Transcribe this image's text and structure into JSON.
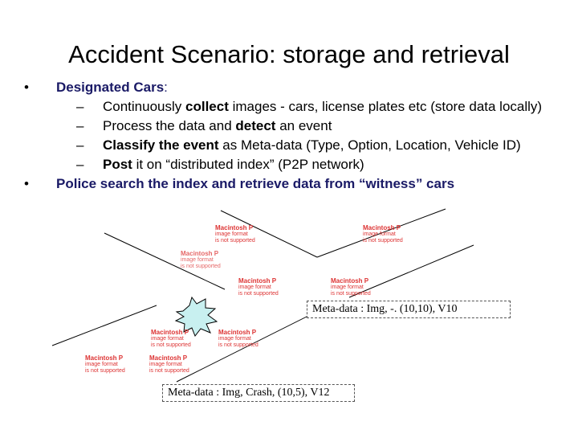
{
  "slide": {
    "title": "Accident Scenario: storage and retrieval",
    "bullet_symbol": "•",
    "dash_symbol": "–",
    "bullets": [
      {
        "label_bold": "Designated  Cars",
        "label_rest": ":",
        "sub": [
          {
            "a": "Continuously ",
            "b": "collect",
            "c": " images - cars, license plates etc (store data locally)"
          },
          {
            "a": "Process the data and ",
            "b": "detect",
            "c": " an event"
          },
          {
            "a": "",
            "b": "Classify the event",
            "c": " as Meta-data (Type, Option, Location, Vehicle ID)"
          },
          {
            "a": "",
            "b": "Post",
            "c": " it on “distributed index” (P2P network)"
          }
        ]
      },
      {
        "label_bold": "Police search the index and retrieve data from “witness” cars"
      }
    ]
  },
  "meta_boxes": {
    "box1": "Meta-data : Img, -. (10,10), V10",
    "box2": "Meta-data : Img, Crash, (10,5), V12"
  },
  "placeholder": {
    "line1": "Macintosh P",
    "line2": "image format",
    "line3": "is not supported"
  },
  "colors": {
    "placeholder_text": "#dd3333",
    "bullet_label": "#1a1a66",
    "crash_fill": "#c8f0f0"
  }
}
